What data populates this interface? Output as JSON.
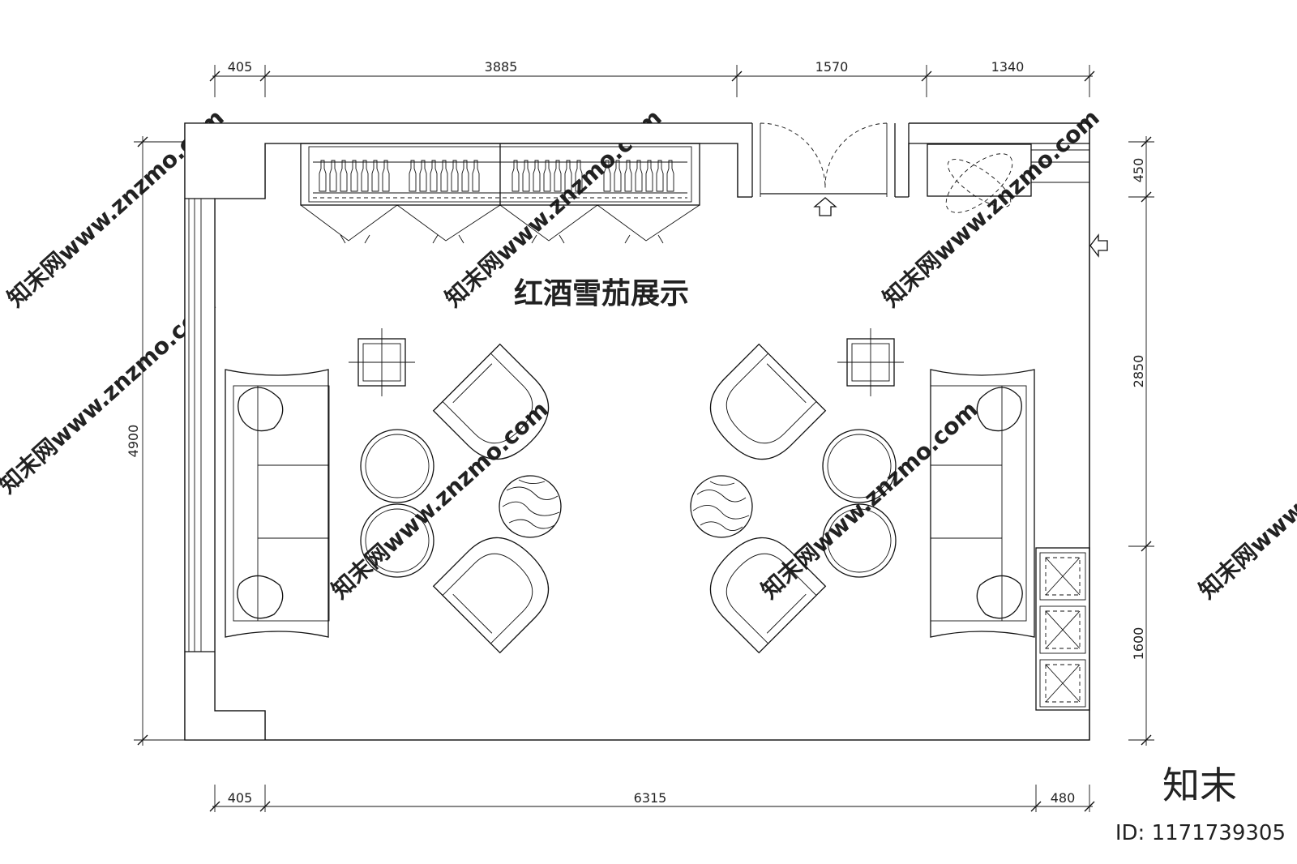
{
  "plan": {
    "title": "红酒雪茄展示",
    "dimensions_top": [
      "405",
      "3885",
      "1570",
      "1340"
    ],
    "dimensions_bottom": [
      "405",
      "6315",
      "480"
    ],
    "dimension_left": "4900",
    "dimensions_right": [
      "450",
      "2850",
      "1600"
    ]
  },
  "watermark": {
    "repeat_text": "知末网www.znzmo.com",
    "brand": "知末",
    "id_text": "ID: 1171739305"
  }
}
